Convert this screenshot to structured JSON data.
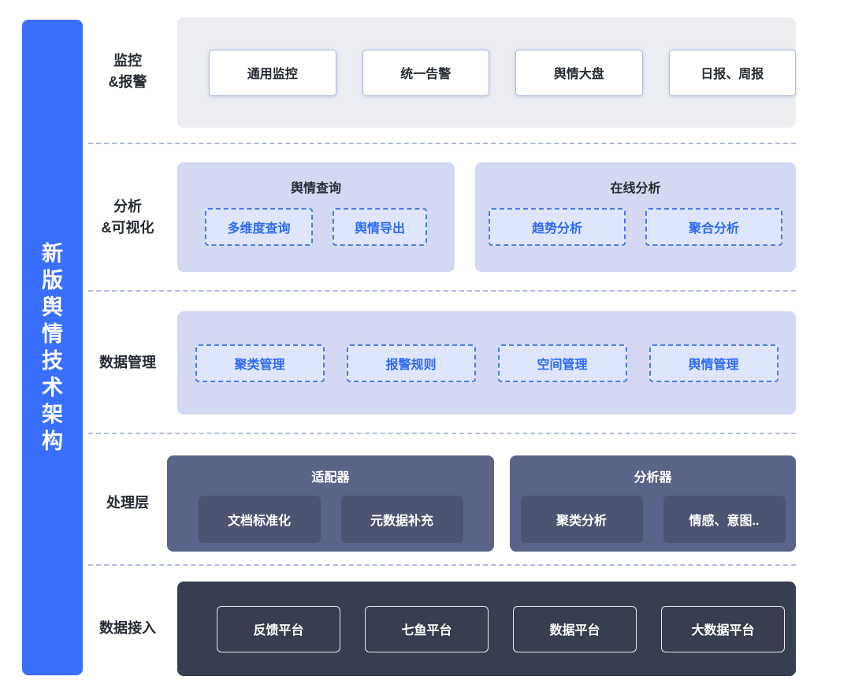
{
  "sidebar": {
    "vertical_title": "新版舆情技术架构"
  },
  "layers": {
    "monitoring": {
      "label_line1": "监控",
      "label_line2": "&报警",
      "items": [
        "通用监控",
        "统一告警",
        "舆情大盘",
        "日报、周报"
      ]
    },
    "analysis": {
      "label_line1": "分析",
      "label_line2": "&可视化",
      "groups": [
        {
          "title": "舆情查询",
          "items": [
            "多维度查询",
            "舆情导出"
          ]
        },
        {
          "title": "在线分析",
          "items": [
            "趋势分析",
            "聚合分析"
          ]
        }
      ]
    },
    "data_management": {
      "label": "数据管理",
      "items": [
        "聚类管理",
        "报警规则",
        "空间管理",
        "舆情管理"
      ]
    },
    "processing": {
      "label": "处理层",
      "groups": [
        {
          "title": "适配器",
          "items": [
            "文档标准化",
            "元数据补充"
          ]
        },
        {
          "title": "分析器",
          "items": [
            "聚类分析",
            "情感、意图.."
          ]
        }
      ]
    },
    "ingestion": {
      "label": "数据接入",
      "items": [
        "反馈平台",
        "七鱼平台",
        "数据平台",
        "大数据平台"
      ]
    }
  },
  "colors": {
    "accent_blue": "#3A6FFB",
    "link_blue_text": "#2E6BF2",
    "dashed_border_blue": "#4D7BF0",
    "light_gray_layer": "#EBEDF2",
    "periwinkle_layer": "#D3D9F3",
    "dashed_fill": "#DEE6FB",
    "slate_layer": "#5A6388",
    "slate_inner": "#4C5472",
    "dark_layer": "#373E4F",
    "separator": "#AEB9E3",
    "label_text": "#262B33"
  }
}
